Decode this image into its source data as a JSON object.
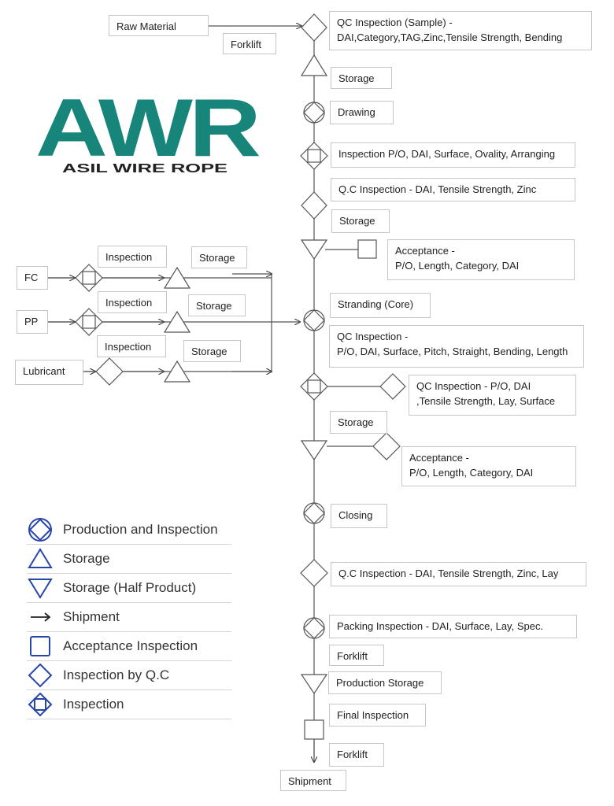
{
  "flow": {
    "raw_material": "Raw Material",
    "forklift_top": "Forklift",
    "qc_sample_line1": "QC Inspection (Sample) -",
    "qc_sample_line2": "DAI,Category,TAG,Zinc,Tensile Strength, Bending",
    "storage_1": "Storage",
    "drawing": "Drawing",
    "inspection_po": "Inspection P/O, DAI, Surface, Ovality, Arranging",
    "qc_inspection_2": "Q.C Inspection -  DAI, Tensile Strength, Zinc",
    "storage_2": "Storage",
    "acceptance_1_line1": "Acceptance -",
    "acceptance_1_line2": "P/O, Length, Category, DAI",
    "stranding": "Stranding (Core)",
    "qc_inspection_3_line1": "QC Inspection -",
    "qc_inspection_3_line2": "P/O, DAI, Surface, Pitch, Straight, Bending, Length",
    "qc_inspection_4_line1": "QC Inspection - P/O, DAI",
    "qc_inspection_4_line2": ",Tensile Strength, Lay, Surface",
    "storage_3": "Storage",
    "acceptance_2_line1": "Acceptance -",
    "acceptance_2_line2": "P/O, Length, Category, DAI",
    "closing": "Closing",
    "qc_inspection_5": "Q.C Inspection -  DAI, Tensile Strength, Zinc, Lay",
    "packing_inspection": "Packing Inspection - DAI, Surface, Lay, Spec.",
    "forklift_2": "Forklift",
    "production_storage": "Production Storage",
    "final_inspection": "Final Inspection",
    "forklift_3": "Forklift",
    "shipment": "Shipment"
  },
  "inputs": {
    "fc": "FC",
    "pp": "PP",
    "lubricant": "Lubricant",
    "inspection_1": "Inspection",
    "inspection_2": "Inspection",
    "inspection_3": "Inspection",
    "storage_1": "Storage",
    "storage_2": "Storage",
    "storage_3": "Storage"
  },
  "logo": {
    "letters": "AWR",
    "tagline": "ASIL WIRE ROPE",
    "color": "#17857a"
  },
  "legend": [
    {
      "icon": "production-inspection-icon",
      "label": "Production and Inspection"
    },
    {
      "icon": "storage-icon",
      "label": "Storage"
    },
    {
      "icon": "storage-half-product-icon",
      "label": "Storage (Half Product)"
    },
    {
      "icon": "shipment-arrow-icon",
      "label": "Shipment"
    },
    {
      "icon": "acceptance-inspection-icon",
      "label": "Acceptance Inspection"
    },
    {
      "icon": "inspection-by-qc-icon",
      "label": "Inspection by Q.C"
    },
    {
      "icon": "inspection-icon",
      "label": "Inspection"
    }
  ],
  "colors": {
    "legend_icon": "#2746a8",
    "line": "#555555",
    "box_border": "#c6c6c6"
  }
}
